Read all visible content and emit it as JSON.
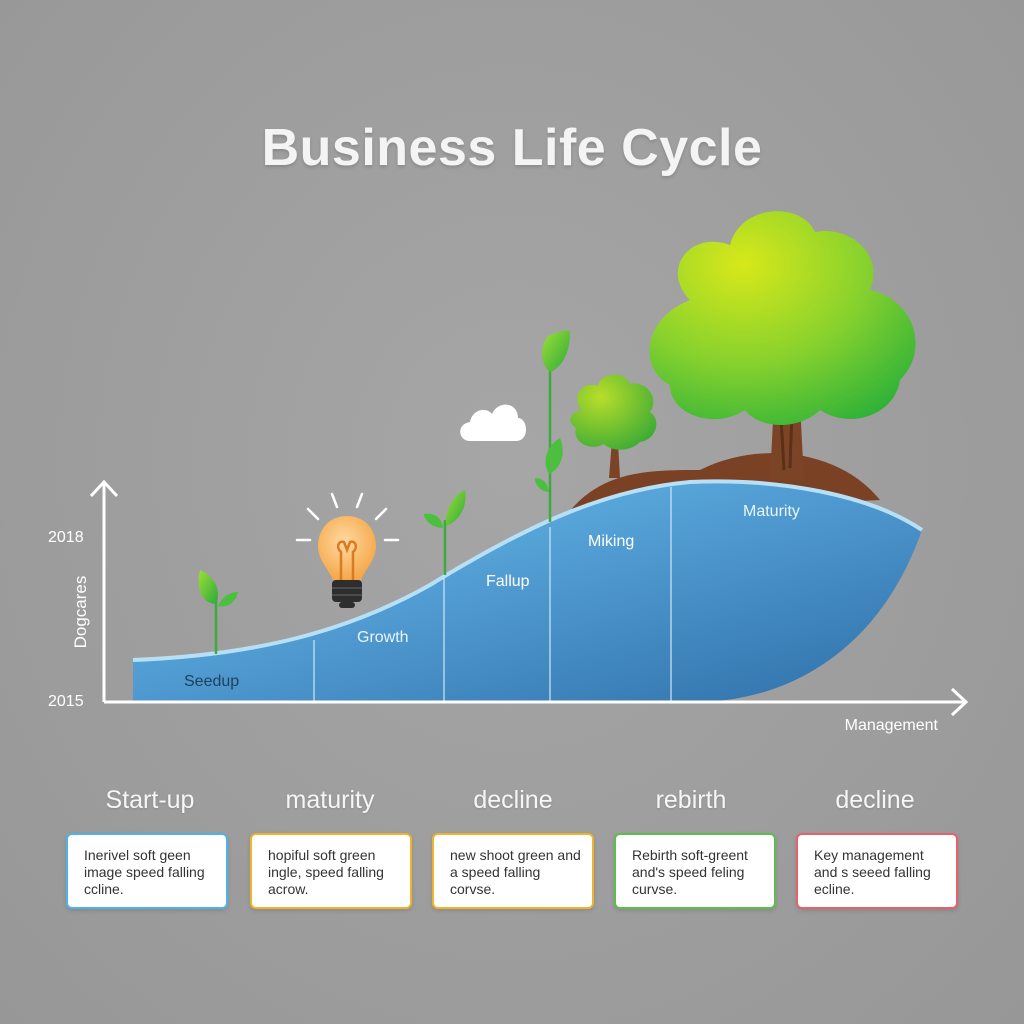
{
  "title": "Business Life Cycle",
  "axis": {
    "y_label": "Dogcares",
    "y_top_value": "2018",
    "y_bottom_value": "2015",
    "x_label": "Management"
  },
  "curve_labels": [
    "Seedup",
    "Growth",
    "Fallup",
    "Miking",
    "Maturity"
  ],
  "stages": [
    {
      "heading": "Start-up",
      "text": "Inerivel soft geen image speed falling ccline.",
      "border_color": "#4fb3e8"
    },
    {
      "heading": "maturity",
      "text": "hopiful soft green ingle, speed falling acrow.",
      "border_color": "#f0b429"
    },
    {
      "heading": "decline",
      "text": "new shoot green and a speed falling corvse.",
      "border_color": "#f0b429"
    },
    {
      "heading": "rebirth",
      "text": "Rebirth soft-greent and's speed feling curvse.",
      "border_color": "#5cbf4a"
    },
    {
      "heading": "decline",
      "text": "Key management and s seeed falling ecline.",
      "border_color": "#e8616a"
    }
  ],
  "icons": [
    "sprout-icon",
    "lightbulb-icon",
    "cloud-icon",
    "tree-icon"
  ]
}
